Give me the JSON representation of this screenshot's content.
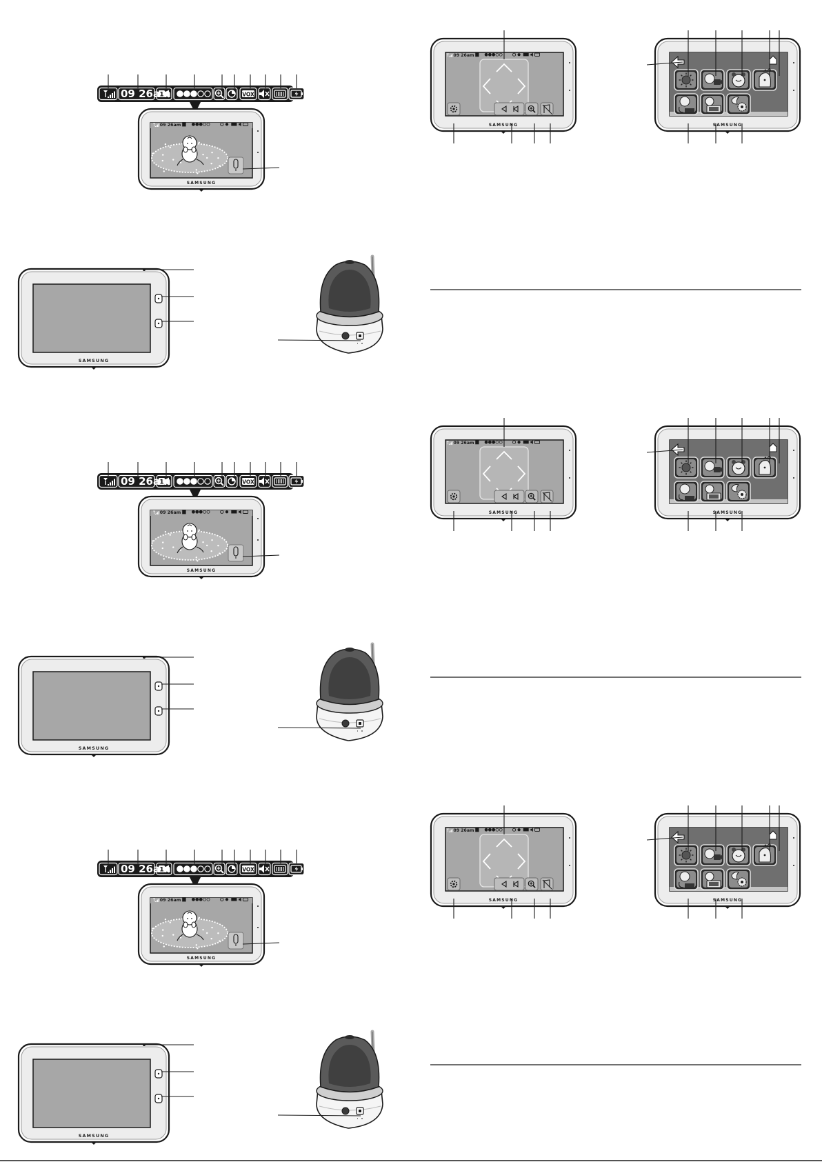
{
  "brand": "SAMSUNG",
  "status_bar": {
    "time": "09 26am",
    "mini_time": "09 26am",
    "channel": "1",
    "vox": "VOX",
    "brightness_dots": 5,
    "brightness_level": 3
  },
  "colors": {
    "ink": "#1a1a1a",
    "screen": "#a7a7a7",
    "bezel": "#ededed",
    "tile": "#bdbdbd",
    "tile_border": "#6a6a6a"
  },
  "icons": {
    "status": [
      "signal-icon",
      "clock-display",
      "channel-icon",
      "brightness-level-icon",
      "zoom-icon",
      "timer-icon",
      "vox-icon",
      "mute-icon",
      "memory-card-icon",
      "battery-icon"
    ],
    "menu": [
      "back-arrow-icon",
      "brightness-menu-icon",
      "camera-menu-icon",
      "alarm-clock-icon",
      "lullaby-icon",
      "home-icon",
      "vox-mic-icon",
      "camera-settings-icon",
      "system-settings-icon"
    ],
    "pan": [
      "pan-up-icon",
      "pan-down-icon",
      "pan-left-icon",
      "pan-right-icon",
      "settings-gear-icon",
      "volume-down-icon",
      "volume-up-icon",
      "zoom-icon",
      "music-off-icon"
    ],
    "misc": [
      "talk-microphone-icon",
      "baby-icon",
      "play-mat",
      "camera-unit",
      "power-led",
      "side-button-top",
      "side-button-bottom",
      "pairing-button"
    ]
  }
}
